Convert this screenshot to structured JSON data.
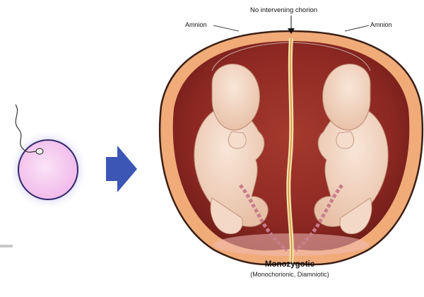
{
  "labels": {
    "chorion": "No intervening chorion",
    "amnion_left": "Amnion",
    "amnion_right": "Amnion",
    "title": "Monozygotic",
    "subtitle": "(Monochorionic, Diamniotic)"
  },
  "colors": {
    "uterus_wall": "#f0ab79",
    "uterus_outline": "#3a1f14",
    "cavity": "#8f2a24",
    "fetus_skin": "#f2d6c3",
    "ovum": "#f4c6f0",
    "ovum_glow": "#d5d2f4",
    "arrow": "#3b56b5"
  }
}
